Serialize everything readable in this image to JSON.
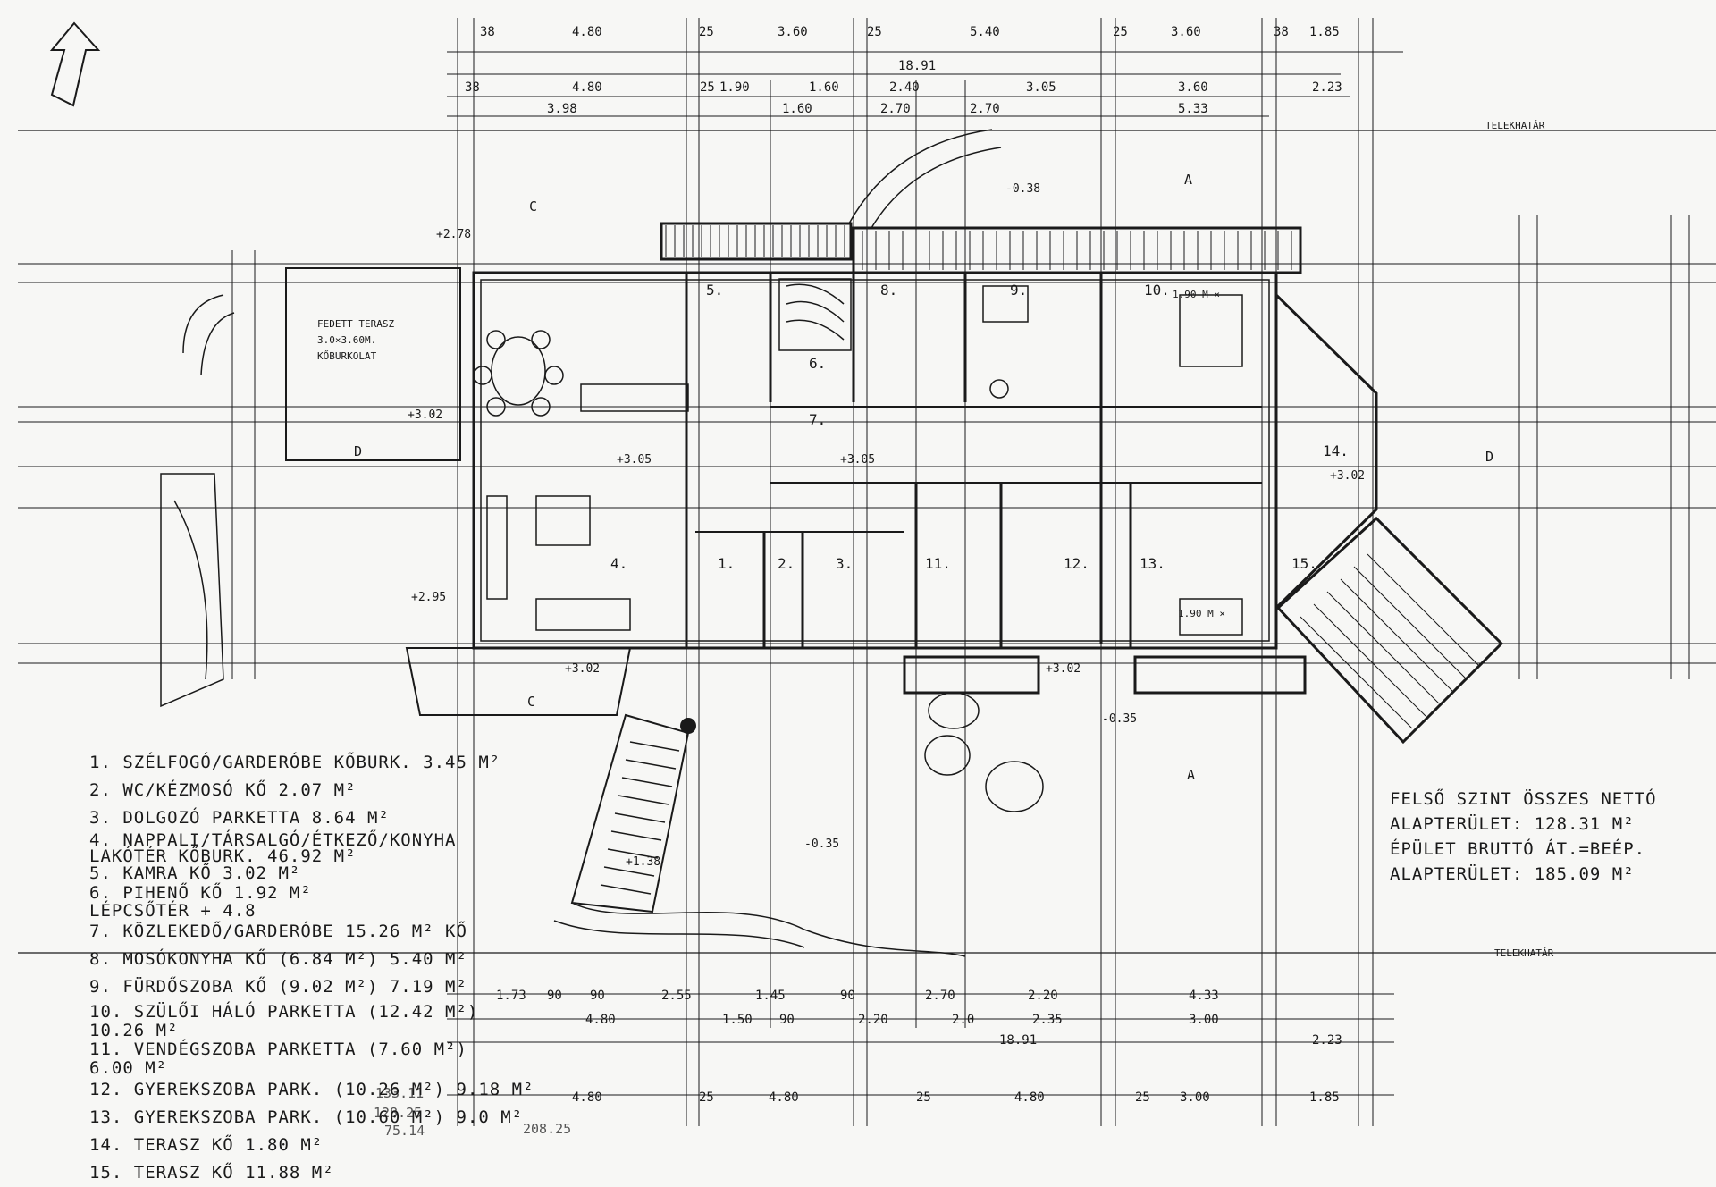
{
  "boundary_labels": [
    "TELEKHATÁR",
    "TELEKHATÁR"
  ],
  "top_dims_row1": [
    "38",
    "4.80",
    "25",
    "3.60",
    "25",
    "5.40",
    "25",
    "3.60",
    "38",
    "1.85"
  ],
  "top_dims_row2": "18.91",
  "top_dims_row3": [
    "38",
    "4.80",
    "25",
    "1.90",
    "1.60",
    "2.40",
    "3.05",
    "3.60",
    "2.23"
  ],
  "top_dims_row4": [
    "3.98",
    "1.60",
    "2.70",
    "2.70",
    "5.33"
  ],
  "bottom_dims_row1": [
    "1.73",
    "90",
    "90",
    "2.55",
    "1.45",
    "90",
    "2.70",
    "2.20",
    "4.33"
  ],
  "bottom_dims_row2": [
    "4.80",
    "1.50",
    "90",
    "2.20",
    "2.0",
    "2.35",
    "3.00"
  ],
  "bottom_dims_row3": [
    "18.91",
    "2.23"
  ],
  "bottom_dims_row4": [
    "4.80",
    "25",
    "4.80",
    "25",
    "4.80",
    "25",
    "3.00",
    "1.85"
  ],
  "room_numbers": [
    "1.",
    "2.",
    "3.",
    "4.",
    "5.",
    "6.",
    "7.",
    "8.",
    "9.",
    "10.",
    "11.",
    "12.",
    "13.",
    "14.",
    "15."
  ],
  "level_marks": [
    "+2.78",
    "+3.02",
    "+3.05",
    "+3.05",
    "+3.02",
    "+2.95",
    "+3.02",
    "+3.02",
    "-0.38",
    "-0.35",
    "-0.35",
    "+1.38"
  ],
  "terrace_note": [
    "FEDETT TERASZ",
    "3.0×3.60M.",
    "KŐBURKOLAT"
  ],
  "bed_labels": [
    "1.90 M ×",
    "1.90 M ×"
  ],
  "section_marks": [
    "C",
    "C",
    "A",
    "A",
    "D",
    "D"
  ],
  "legend": [
    "1. SZÉLFOGÓ/GARDERÓBE KŐBURK. 3.45 M²",
    "2. WC/KÉZMOSÓ KŐ 2.07 M²",
    "3. DOLGOZÓ PARKETTA 8.64 M²",
    "4. NAPPALI/TÁRSALGÓ/ÉTKEZŐ/KONYHA",
    "   LAKÓTÉR KŐBURK. 46.92 M²",
    "5. KAMRA KŐ 3.02 M²",
    "6. PIHENŐ KŐ 1.92 M²",
    "   LÉPCSŐTÉR      + 4.8",
    "7. KÖZLEKEDŐ/GARDERÓBE 15.26 M² KŐ",
    "8. MOSÓKONYHA KŐ (6.84 M²) 5.40 M²",
    "9. FÜRDŐSZOBA KŐ (9.02 M²) 7.19 M²",
    "10. SZÜLŐI HÁLÓ PARKETTA (12.42 M²)",
    "    10.26 M²",
    "11. VENDÉGSZOBA PARKETTA (7.60 M²)",
    "    6.00 M²",
    "12. GYEREKSZOBA PARK. (10.26 M²) 9.18 M²",
    "13. GYEREKSZOBA PARK. (10.60 M²) 9.0 M²",
    "14. TERASZ KŐ 1.80 M²",
    "15. TERASZ KŐ 11.88 M²"
  ],
  "legend_sums": [
    "133.11",
    "128.25",
    "75.14",
    "208.25"
  ],
  "summary": [
    "FELSŐ SZINT ÖSSZES NETTÓ",
    "ALAPTERÜLET: 128.31 M²",
    "ÉPÜLET BRUTTÓ ÁT.=BEÉP.",
    "ALAPTERÜLET: 185.09 M²"
  ]
}
